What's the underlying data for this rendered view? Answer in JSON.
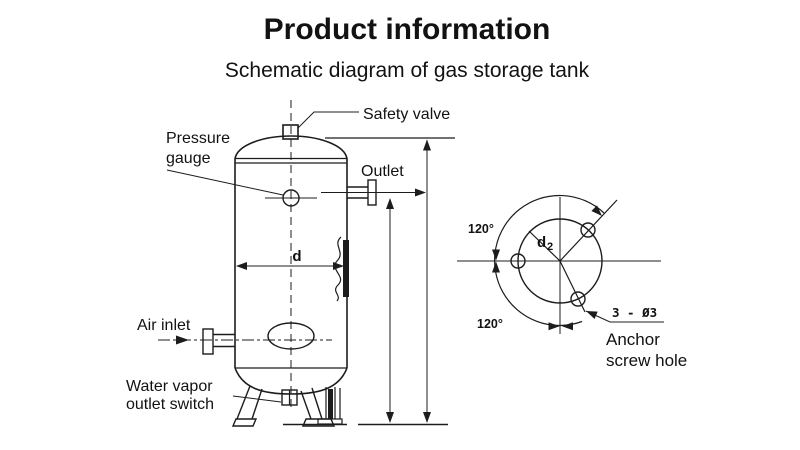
{
  "page": {
    "title": "Product information",
    "subtitle": "Schematic diagram of gas storage tank"
  },
  "tank": {
    "safety_valve": "Safety valve",
    "pressure_gauge_l1": "Pressure",
    "pressure_gauge_l2": "gauge",
    "outlet": "Outlet",
    "diameter": "d",
    "air_inlet": "Air inlet",
    "water_vapor_l1": "Water vapor",
    "water_vapor_l2": "outlet switch"
  },
  "bolt_circle": {
    "angle_upper": "120°",
    "angle_lower": "120°",
    "diameter_base": "d",
    "diameter_sub": "2",
    "hole_spec": "3 - Ø3",
    "anchor_l1": "Anchor",
    "anchor_l2": "screw hole"
  },
  "colors": {
    "ink": "#1c1c1c",
    "background": "#ffffff"
  }
}
